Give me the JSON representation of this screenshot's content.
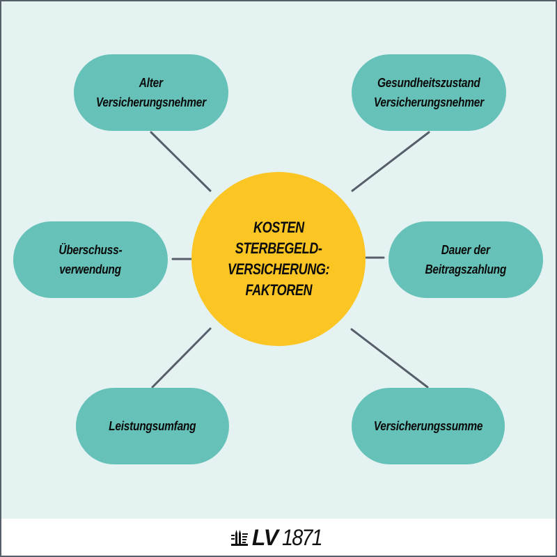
{
  "diagram": {
    "type": "mind-map",
    "center": {
      "lines": [
        "KOSTEN",
        "STERBEGELD-",
        "VERSICHERUNG:",
        "FAKTOREN"
      ]
    },
    "nodes": [
      {
        "id": "top-left",
        "lines": [
          "Alter",
          "Versicherungsnehmer"
        ]
      },
      {
        "id": "top-right",
        "lines": [
          "Gesundheitszustand",
          "Versicherungsnehmer"
        ]
      },
      {
        "id": "middle-left",
        "lines": [
          "Überschuss-",
          "verwendung"
        ]
      },
      {
        "id": "middle-right",
        "lines": [
          "Dauer der",
          "Beitragszahlung"
        ]
      },
      {
        "id": "bottom-left",
        "lines": [
          "Leistungsumfang"
        ]
      },
      {
        "id": "bottom-right",
        "lines": [
          "Versicherungssumme"
        ]
      }
    ],
    "colors": {
      "background": "#e5f2f2",
      "center_fill": "#fbc524",
      "node_fill": "#66c2b9",
      "connector": "#565e6a",
      "border": "#565e6a"
    }
  },
  "footer": {
    "logo_icon": "church-towers-icon",
    "logo_brand": "LV",
    "logo_year": "1871"
  }
}
